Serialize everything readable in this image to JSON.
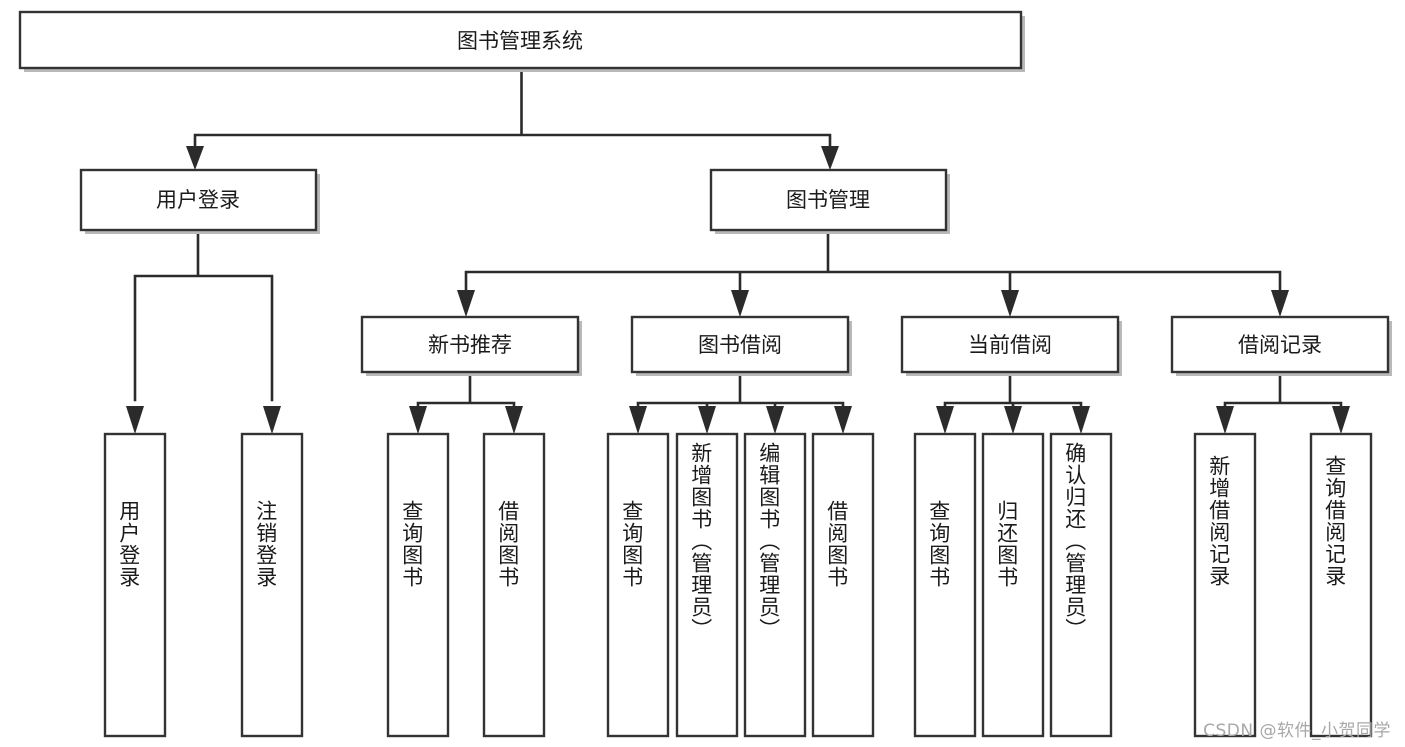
{
  "diagram": {
    "type": "tree",
    "title": "图书管理系统",
    "root": {
      "id": "root",
      "label": "图书管理系统",
      "orientation": "horizontal"
    },
    "level2": [
      {
        "id": "user-login",
        "label": "用户登录",
        "orientation": "horizontal"
      },
      {
        "id": "book-manage",
        "label": "图书管理",
        "orientation": "horizontal"
      }
    ],
    "level3": [
      {
        "id": "new-book-recommend",
        "label": "新书推荐",
        "orientation": "horizontal",
        "parent": "book-manage"
      },
      {
        "id": "book-borrow",
        "label": "图书借阅",
        "orientation": "horizontal",
        "parent": "book-manage"
      },
      {
        "id": "current-borrow",
        "label": "当前借阅",
        "orientation": "horizontal",
        "parent": "book-manage"
      },
      {
        "id": "borrow-record",
        "label": "借阅记录",
        "orientation": "horizontal",
        "parent": "book-manage"
      }
    ],
    "leaves": [
      {
        "id": "leaf-user-login",
        "label": "用户登录",
        "parent": "user-login",
        "orientation": "vertical"
      },
      {
        "id": "leaf-user-logout",
        "label": "注销登录",
        "parent": "user-login",
        "orientation": "vertical"
      },
      {
        "id": "leaf-query-book-1",
        "label": "查询图书",
        "parent": "new-book-recommend",
        "orientation": "vertical"
      },
      {
        "id": "leaf-borrow-book-1",
        "label": "借阅图书",
        "parent": "new-book-recommend",
        "orientation": "vertical"
      },
      {
        "id": "leaf-query-book-2",
        "label": "查询图书",
        "parent": "book-borrow",
        "orientation": "vertical"
      },
      {
        "id": "leaf-add-book",
        "label": "新增图书（管理员）",
        "parent": "book-borrow",
        "orientation": "vertical"
      },
      {
        "id": "leaf-edit-book",
        "label": "编辑图书（管理员）",
        "parent": "book-borrow",
        "orientation": "vertical"
      },
      {
        "id": "leaf-borrow-book-2",
        "label": "借阅图书",
        "parent": "book-borrow",
        "orientation": "vertical"
      },
      {
        "id": "leaf-query-book-3",
        "label": "查询图书",
        "parent": "current-borrow",
        "orientation": "vertical"
      },
      {
        "id": "leaf-return-book",
        "label": "归还图书",
        "parent": "current-borrow",
        "orientation": "vertical"
      },
      {
        "id": "leaf-confirm-return",
        "label": "确认归还（管理员）",
        "parent": "current-borrow",
        "orientation": "vertical"
      },
      {
        "id": "leaf-add-record",
        "label": "新增借阅记录",
        "parent": "borrow-record",
        "orientation": "vertical"
      },
      {
        "id": "leaf-query-record",
        "label": "查询借阅记录",
        "parent": "borrow-record",
        "orientation": "vertical"
      }
    ],
    "colors": {
      "box_fill": "#ffffff",
      "box_stroke": "#333333",
      "connector": "#2b2b2b",
      "text": "#1b1b1b",
      "background": "#ffffff",
      "watermark": "#a8a8a8"
    }
  },
  "watermark": {
    "text": "CSDN @软件_小贺同学"
  }
}
